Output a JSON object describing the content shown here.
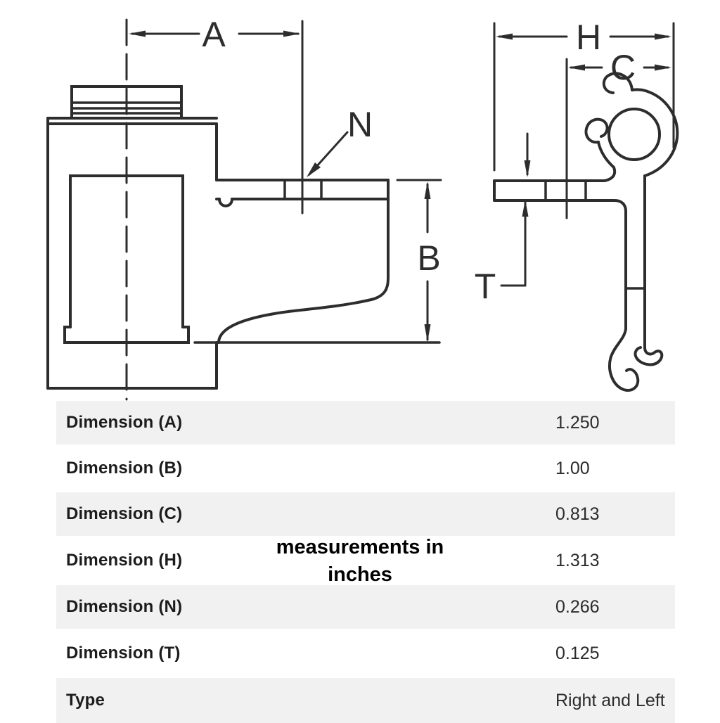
{
  "drawing": {
    "stroke_color": "#2d2d2d",
    "front_view": {
      "callouts": {
        "a": "A",
        "b": "B",
        "n": "N"
      }
    },
    "side_view": {
      "callouts": {
        "h": "H",
        "c": "C",
        "t": "T"
      }
    }
  },
  "note": {
    "line1": "measurements in",
    "line2": "inches"
  },
  "spec_table": {
    "stripe_color": "#f1f1f2",
    "rows": [
      {
        "label": "Dimension (A)",
        "value": "1.250"
      },
      {
        "label": "Dimension (B)",
        "value": "1.00"
      },
      {
        "label": "Dimension (C)",
        "value": "0.813"
      },
      {
        "label": "Dimension (H)",
        "value": "1.313"
      },
      {
        "label": "Dimension (N)",
        "value": "0.266"
      },
      {
        "label": "Dimension (T)",
        "value": "0.125"
      },
      {
        "label": "Type",
        "value": "Right and Left"
      }
    ]
  }
}
